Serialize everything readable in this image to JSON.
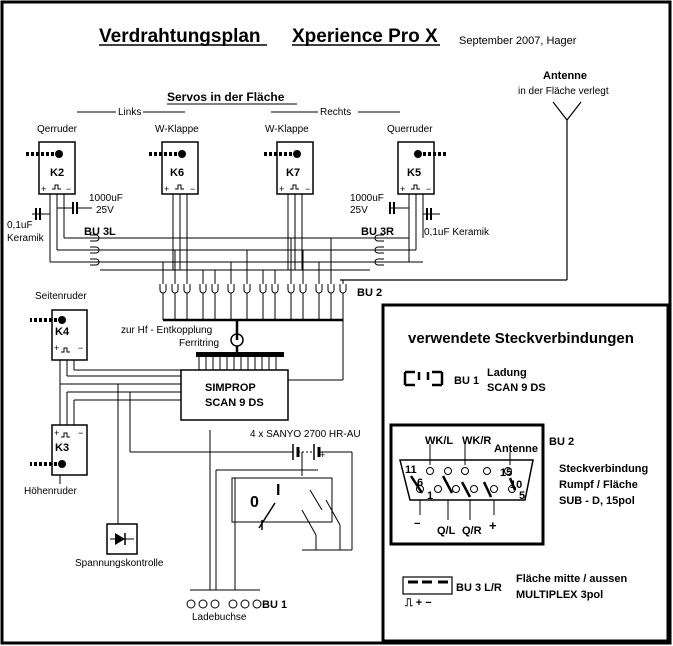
{
  "title": {
    "main": "Verdrahtungsplan",
    "model": "Xperience Pro X",
    "date_author": "September 2007,  Hager"
  },
  "wing": {
    "heading": "Servos in der Fläche",
    "side_left": "Links",
    "side_right": "Rechts",
    "servos": [
      {
        "name": "Qerruder",
        "channel": "K2"
      },
      {
        "name": "W-Klappe",
        "channel": "K6"
      },
      {
        "name": "W-Klappe",
        "channel": "K7"
      },
      {
        "name": "Querruder",
        "channel": "K5"
      }
    ],
    "cap_left_value": "1000uF",
    "cap_left_voltage": "25V",
    "cap_right_value": "1000uF",
    "cap_right_voltage": "25V",
    "ceramic_left_value": "0,1uF",
    "ceramic_left_type": "Keramik",
    "ceramic_right": "0,1uF Keramik",
    "bu3_left": "BU 3L",
    "bu3_right": "BU 3R",
    "bu2": "BU 2",
    "servo_pin_plus": "+",
    "servo_pin_minus": "−"
  },
  "antenna": {
    "label": "Antenne",
    "note": "in der Fläche verlegt"
  },
  "fuselage": {
    "rudder": "Seitenruder",
    "rudder_channel": "K4",
    "elevator": "Höhenruder",
    "elevator_channel": "K3",
    "ferrite_line1": "zur Hf - Entkopplung",
    "ferrite_line2": "Ferritring",
    "receiver_line1": "SIMPROP",
    "receiver_line2": "SCAN 9 DS",
    "battery": "4 x SANYO 2700 HR-AU",
    "switch_off": "0",
    "switch_on": "I",
    "voltage_monitor": "Spannungskontrolle",
    "charge_socket": "Ladebuchse",
    "bu1": "BU 1"
  },
  "connectors": {
    "heading": "verwendete Steckverbindungen",
    "bu1_tag": "BU 1",
    "bu1_line1": "Ladung",
    "bu1_line2": "SCAN 9 DS",
    "bu2_tag": "BU 2",
    "pin_wkl": "WK/L",
    "pin_wkr": "WK/R",
    "pin_antenne": "Antenne",
    "pin_11": "11",
    "pin_15": "15",
    "pin_6": "6",
    "pin_1": "1",
    "pin_10": "10",
    "pin_5": "5",
    "pin_minus": "−",
    "pin_ql": "Q/L",
    "pin_qr": "Q/R",
    "pin_plus": "+",
    "bu2_line1": "Steckverbindung",
    "bu2_line2": "Rumpf / Fläche",
    "bu2_line3": "SUB - D,  15pol",
    "bu3_tag": "BU 3 L/R",
    "bu3_line1": "Fläche  mitte / aussen",
    "bu3_line2": "MULTIPLEX  3pol",
    "bu3_pins": "⎍ +  −"
  }
}
